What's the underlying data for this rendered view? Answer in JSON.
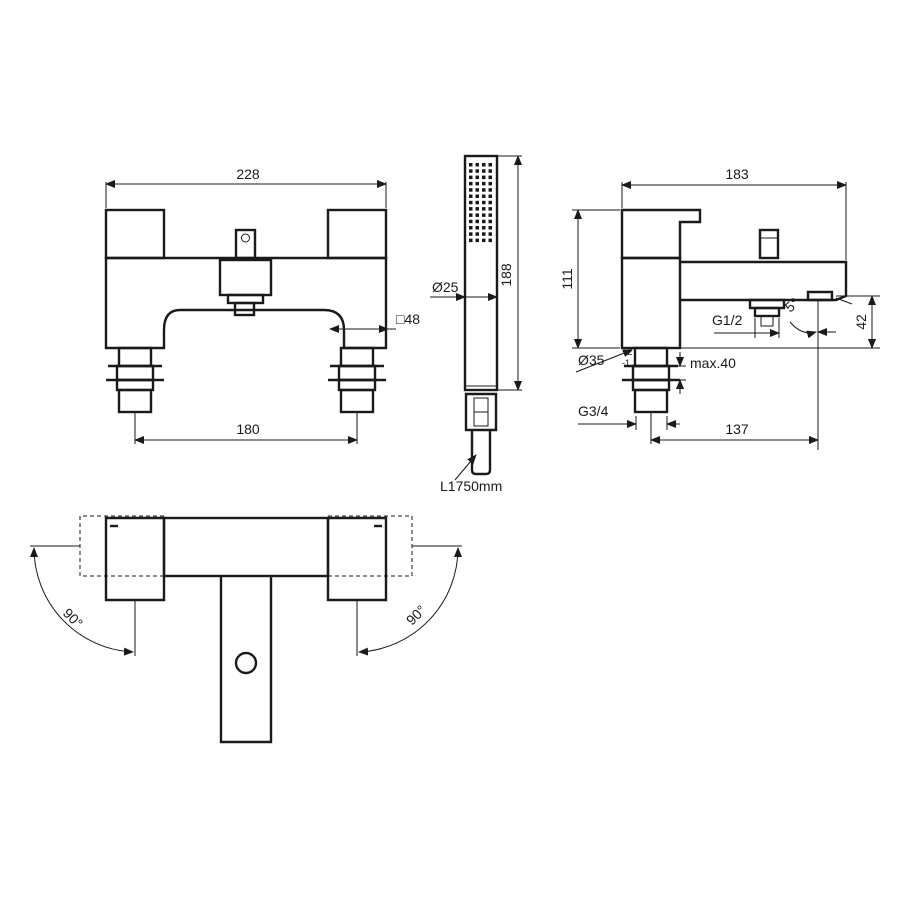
{
  "dimensions": {
    "front_width": "228",
    "front_centers": "180",
    "cartridge_square": "□48",
    "handshower_diameter": "Ø25",
    "handshower_length": "188",
    "hose_length": "L1750mm",
    "side_depth": "183",
    "side_height": "111",
    "outlet_thread": "G1/2",
    "outlet_angle": "5°",
    "spout_height": "42",
    "hole_diameter": "Ø35",
    "hole_tolerance_upper": "+2",
    "hole_tolerance_lower": "-1",
    "max_deck": "max.40",
    "inlet_thread": "G3/4",
    "projection": "137",
    "rotation_left": "90°",
    "rotation_right": "90°"
  },
  "drawing": {
    "line_color": "#1a1a1a",
    "background": "#ffffff"
  }
}
